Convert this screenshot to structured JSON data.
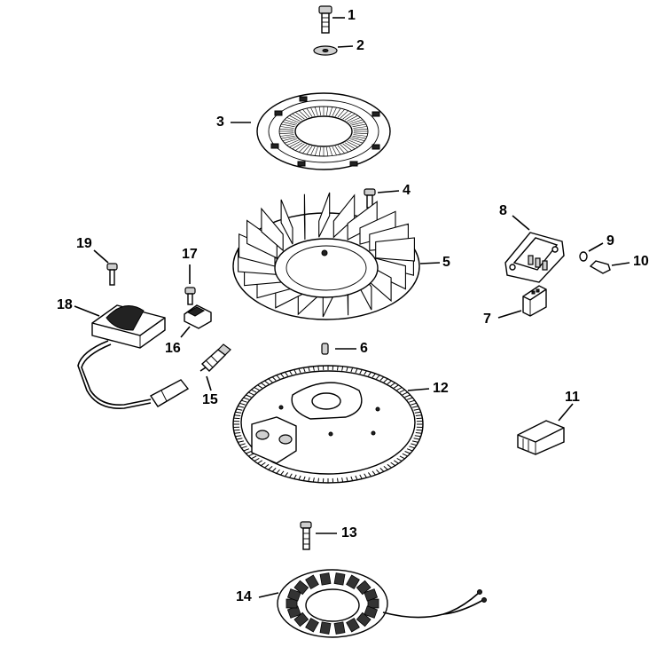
{
  "callouts": [
    {
      "id": "1",
      "label": "1"
    },
    {
      "id": "2",
      "label": "2"
    },
    {
      "id": "3",
      "label": "3"
    },
    {
      "id": "4",
      "label": "4"
    },
    {
      "id": "5",
      "label": "5"
    },
    {
      "id": "6",
      "label": "6"
    },
    {
      "id": "7",
      "label": "7"
    },
    {
      "id": "8",
      "label": "8"
    },
    {
      "id": "9",
      "label": "9"
    },
    {
      "id": "10",
      "label": "10"
    },
    {
      "id": "11",
      "label": "11"
    },
    {
      "id": "12",
      "label": "12"
    },
    {
      "id": "13",
      "label": "13"
    },
    {
      "id": "14",
      "label": "14"
    },
    {
      "id": "15",
      "label": "15"
    },
    {
      "id": "16",
      "label": "16"
    },
    {
      "id": "17",
      "label": "17"
    },
    {
      "id": "18",
      "label": "18"
    },
    {
      "id": "19",
      "label": "19"
    }
  ],
  "colors": {
    "ink": "#000000",
    "background": "#ffffff"
  }
}
